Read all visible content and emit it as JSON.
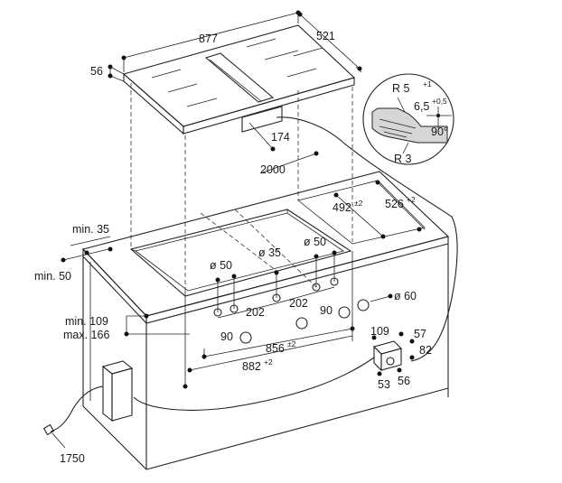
{
  "dimensions": {
    "hob_width": "877",
    "hob_depth": "521",
    "hob_height": "56",
    "box_height": "174",
    "cable_length": "2000",
    "edge_radius": "R 5",
    "edge_radius_tol": "+1",
    "step_depth": "6,5",
    "step_depth_tol": "+0,5",
    "angle": "90°",
    "inner_radius": "R 3",
    "cutout_depth": "492",
    "cutout_depth_tol": "±2",
    "cutout_width_total": "526",
    "cutout_width_total_tol": "+2",
    "min_edge_back": "min. 35",
    "min_edge_front": "min. 50",
    "hole_dia_35": "ø 35",
    "hole_dia_50_left": "ø 50",
    "hole_dia_50_right": "ø 50",
    "hole_dia_60": "ø 60",
    "height_min": "min. 109",
    "height_max": "max. 166",
    "knob_spacing_left": "202",
    "knob_spacing_right": "202",
    "knob_offset_left": "90",
    "knob_offset_right": "90",
    "knob_span": "856",
    "knob_span_tol": "±2",
    "cutout_span": "882",
    "cutout_span_tol": "+2",
    "box_width": "109",
    "box_dim_57": "57",
    "box_dim_82": "82",
    "box_dim_53": "53",
    "box_dim_56": "56",
    "cord_length": "1750"
  }
}
